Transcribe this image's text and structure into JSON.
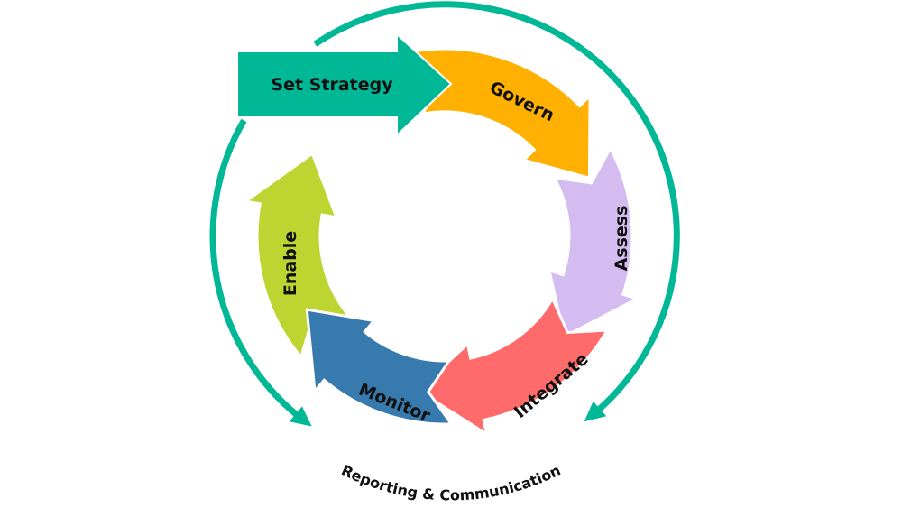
{
  "diagram": {
    "colors": {
      "ring": "#00B896",
      "set_strategy": "#00B896",
      "govern": "#FFB000",
      "assess": "#D4BCF0",
      "integrate": "#FF6B6B",
      "monitor": "#377BAE",
      "enable": "#BCD531"
    },
    "set_strategy": "Set Strategy",
    "steps": [
      {
        "id": "govern",
        "label": "Govern"
      },
      {
        "id": "assess",
        "label": "Assess"
      },
      {
        "id": "integrate",
        "label": "Integrate"
      },
      {
        "id": "monitor",
        "label": "Monitor"
      },
      {
        "id": "enable",
        "label": "Enable"
      }
    ],
    "outer_label": "Reporting & Communication"
  }
}
